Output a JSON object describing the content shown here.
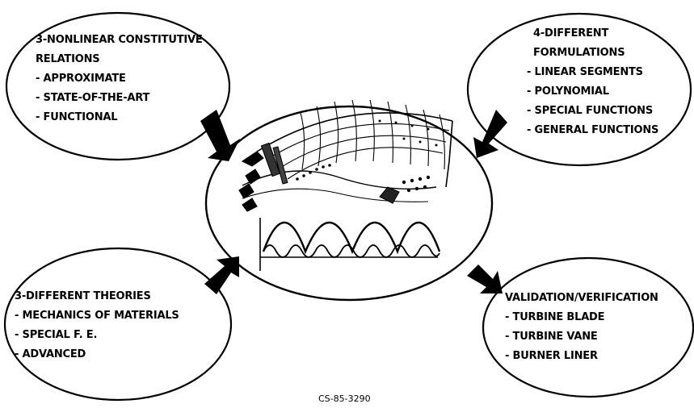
{
  "top_left": {
    "title_line1": "3-NONLINEAR CONSTITUTIVE",
    "title_line2": "RELATIONS",
    "items": [
      "APPROXIMATE",
      "STATE-OF-THE-ART",
      "FUNCTIONAL"
    ]
  },
  "top_right": {
    "title_line1": "4-DIFFERENT",
    "title_line2": "FORMULATIONS",
    "items": [
      "LINEAR SEGMENTS",
      "POLYNOMIAL",
      "SPECIAL FUNCTIONS",
      "GENERAL FUNCTIONS"
    ]
  },
  "bottom_left": {
    "title": "3-DIFFERENT THEORIES",
    "items": [
      "MECHANICS OF MATERIALS",
      "SPECIAL F. E.",
      "ADVANCED"
    ]
  },
  "bottom_right": {
    "title": "VALIDATION/VERIFICATION",
    "items": [
      "TURBINE BLADE",
      "TURBINE VANE",
      "BURNER LINER"
    ]
  },
  "center": {
    "image": "turbine-combustor-cutaway-illustration",
    "plot": "cyclic-load-waveform"
  },
  "caption": "CS-85-3290",
  "colors": {
    "ink": "#000000",
    "paper": "#ffffff"
  }
}
